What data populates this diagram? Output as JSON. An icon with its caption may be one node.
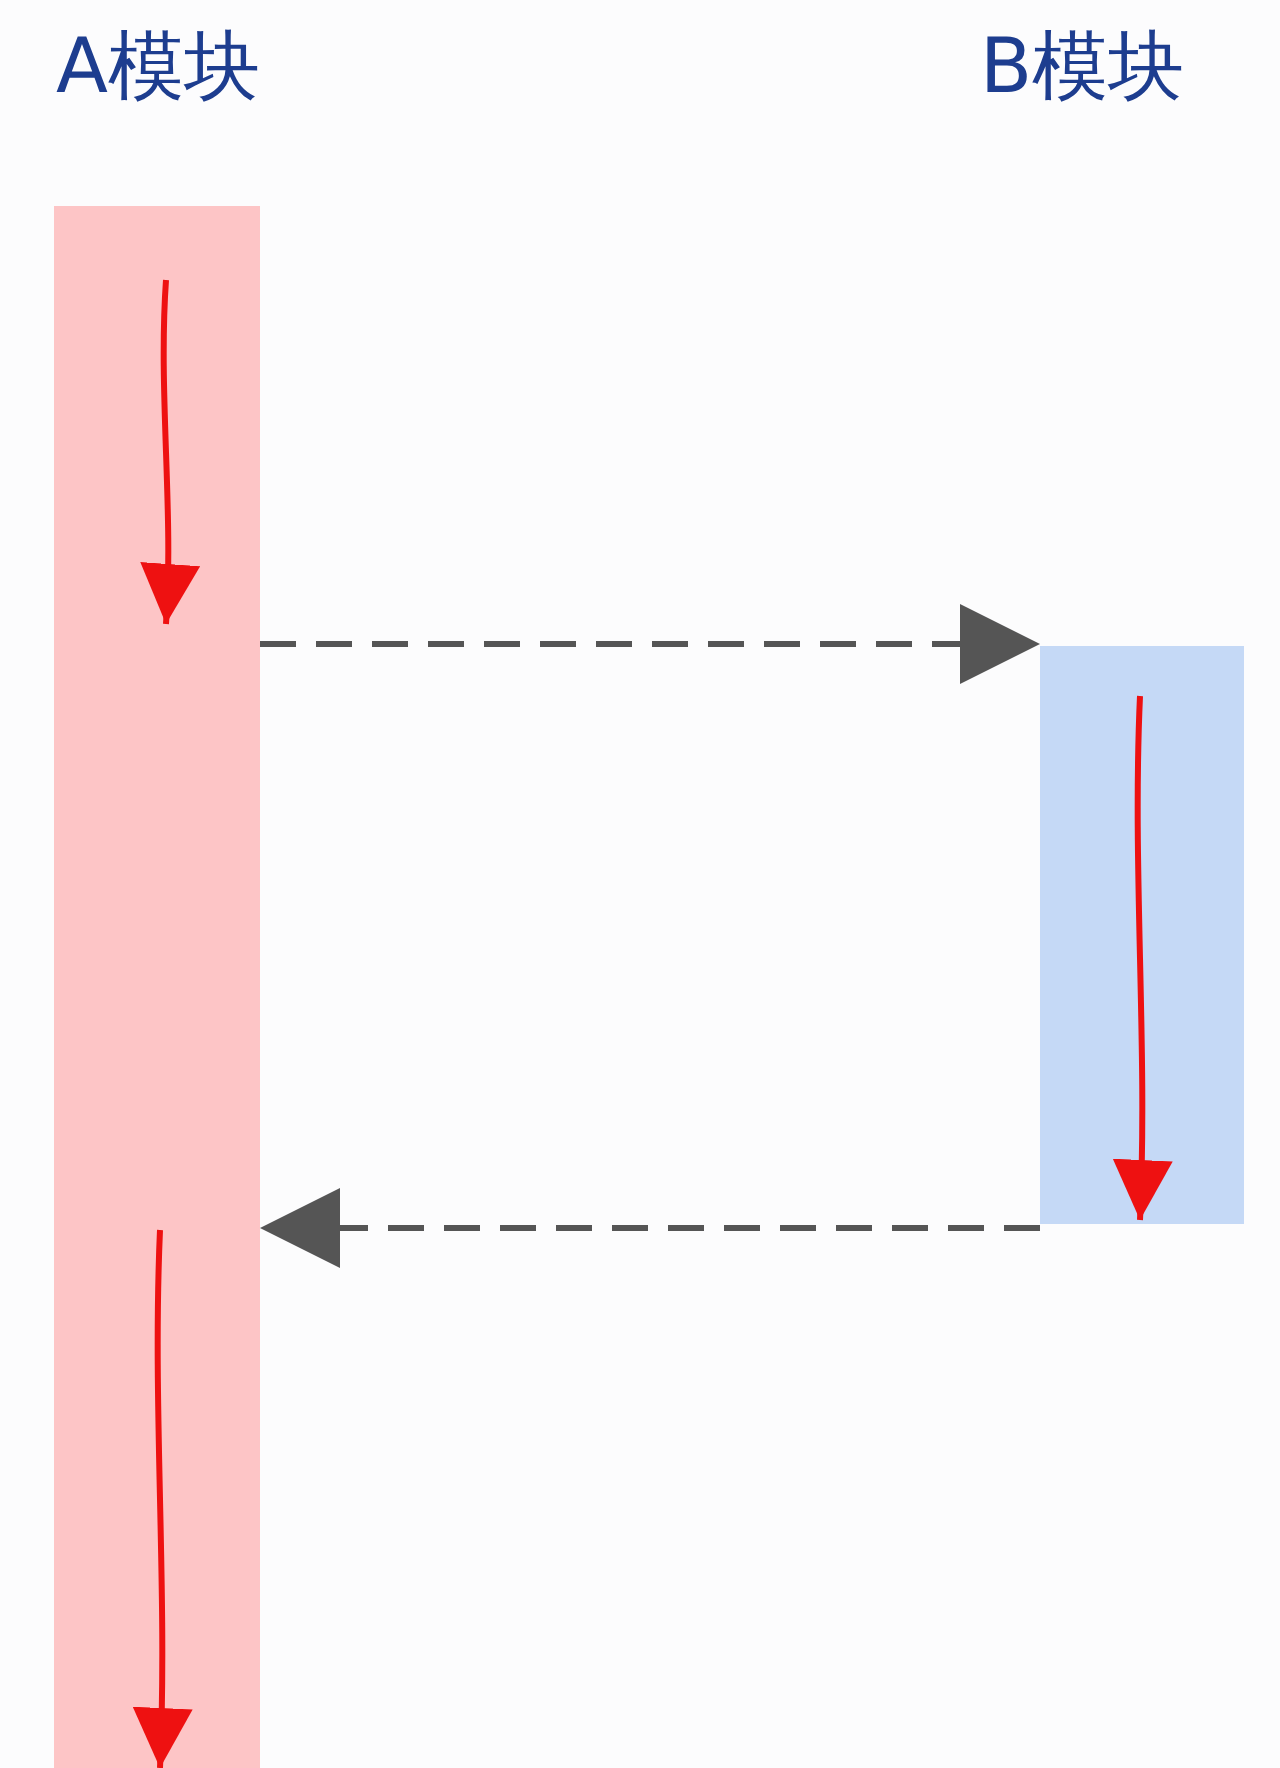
{
  "diagram": {
    "nodes": [
      {
        "text": [],
        "shape": "bar"
      },
      {
        "text": [],
        "shape": "bar"
      }
    ],
    "edges": [
      {
        "from": 0,
        "to": 1,
        "arrow": "to",
        "style": "dashed"
      },
      {
        "from": 1,
        "to": 0,
        "arrow": "to",
        "style": "dashed"
      }
    ],
    "labels": [
      "A模块",
      "B模块"
    ]
  }
}
